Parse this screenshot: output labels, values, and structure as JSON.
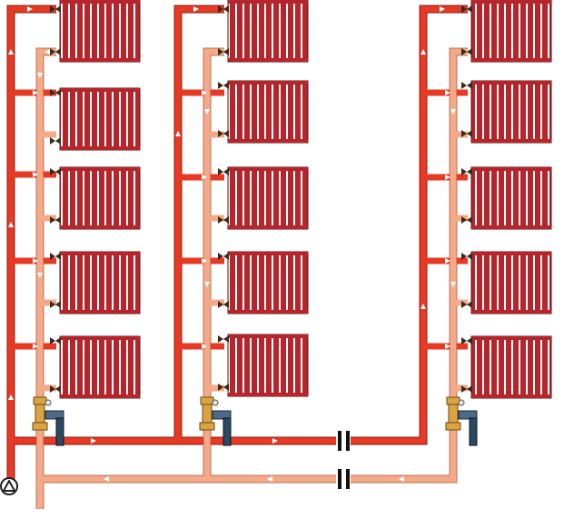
{
  "diagram": {
    "type": "two-pipe radiator heating scheme",
    "risers": [
      {
        "id": "riser-1",
        "radiators": 5
      },
      {
        "id": "riser-2",
        "radiators": 5
      },
      {
        "id": "riser-3",
        "radiators": 5
      }
    ],
    "components": [
      "circulation-pump",
      "balancing-valve",
      "pipe-break-symbol"
    ],
    "colors": {
      "supply_pipe": "#e63a24",
      "return_pipe": "#f4a988",
      "radiator_fill": "#b5252b",
      "radiator_fins": "#ffffff",
      "valve_brass": "#d9a441",
      "handle": "#2a4a64"
    }
  }
}
